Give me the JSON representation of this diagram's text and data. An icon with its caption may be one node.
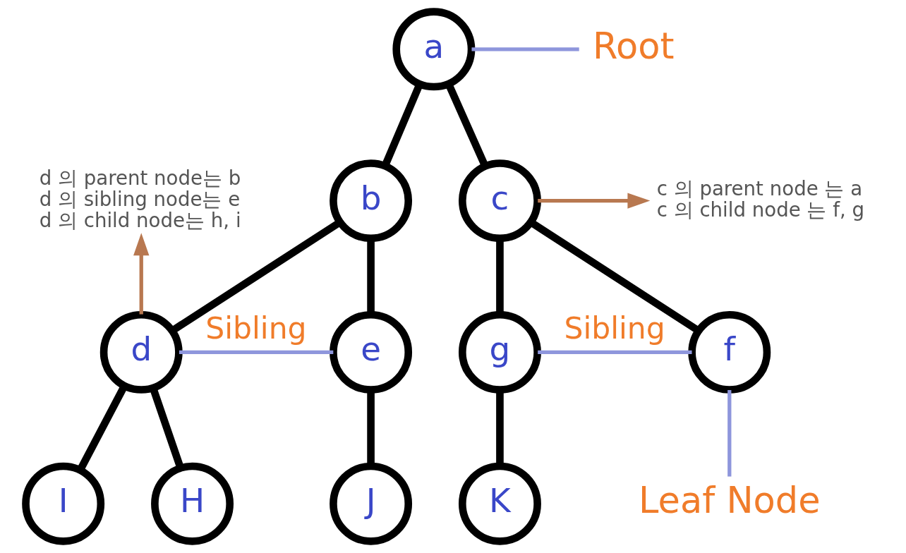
{
  "diagram": {
    "nodes": [
      {
        "text": [
          "a"
        ]
      },
      {
        "text": [
          "Root"
        ]
      },
      {
        "text": [
          "d 의 parent node는 b",
          "d 의 sibling node는 e",
          "d 의 child node는 h, i"
        ]
      },
      {
        "text": [
          "b"
        ]
      },
      {
        "text": [
          "c"
        ]
      },
      {
        "text": [
          "c 의 parent node 는 a",
          "c 의 child node 는 f, g"
        ]
      },
      {
        "text": [
          "d"
        ]
      },
      {
        "text": [
          "e"
        ]
      },
      {
        "text": [
          "f"
        ]
      },
      {
        "text": [
          "g"
        ]
      },
      {
        "text": [
          "H"
        ]
      },
      {
        "text": [
          "I"
        ]
      },
      {
        "text": [
          "J"
        ]
      },
      {
        "text": [
          "K"
        ]
      },
      {
        "text": [
          "Leaf Node"
        ]
      }
    ],
    "edges": [
      {
        "from": 0,
        "to": 1,
        "arrow": "none",
        "color": "#8e96dc"
      },
      {
        "from": 0,
        "to": 3,
        "arrow": "none"
      },
      {
        "from": 0,
        "to": 4,
        "arrow": "none"
      },
      {
        "from": 6,
        "to": 2,
        "arrow": "to",
        "color": "#b87850"
      },
      {
        "from": 4,
        "to": 5,
        "arrow": "to",
        "color": "#b87850"
      },
      {
        "from": 3,
        "to": 6,
        "arrow": "none"
      },
      {
        "from": 3,
        "to": 7,
        "arrow": "none"
      },
      {
        "from": 4,
        "to": 8,
        "arrow": "none"
      },
      {
        "from": 4,
        "to": 9,
        "arrow": "none"
      },
      {
        "from": 6,
        "to": 7,
        "arrow": "none",
        "label": "Sibling",
        "color": "#8e96dc"
      },
      {
        "from": 8,
        "to": 9,
        "arrow": "none",
        "label": "Sibling",
        "color": "#8e96dc"
      },
      {
        "from": 6,
        "to": 10,
        "arrow": "none"
      },
      {
        "from": 6,
        "to": 11,
        "arrow": "none"
      },
      {
        "from": 7,
        "to": 12,
        "arrow": "none"
      },
      {
        "from": 9,
        "to": 13,
        "arrow": "none"
      },
      {
        "from": 8,
        "to": 14,
        "arrow": "none",
        "color": "#8e96dc"
      }
    ]
  }
}
